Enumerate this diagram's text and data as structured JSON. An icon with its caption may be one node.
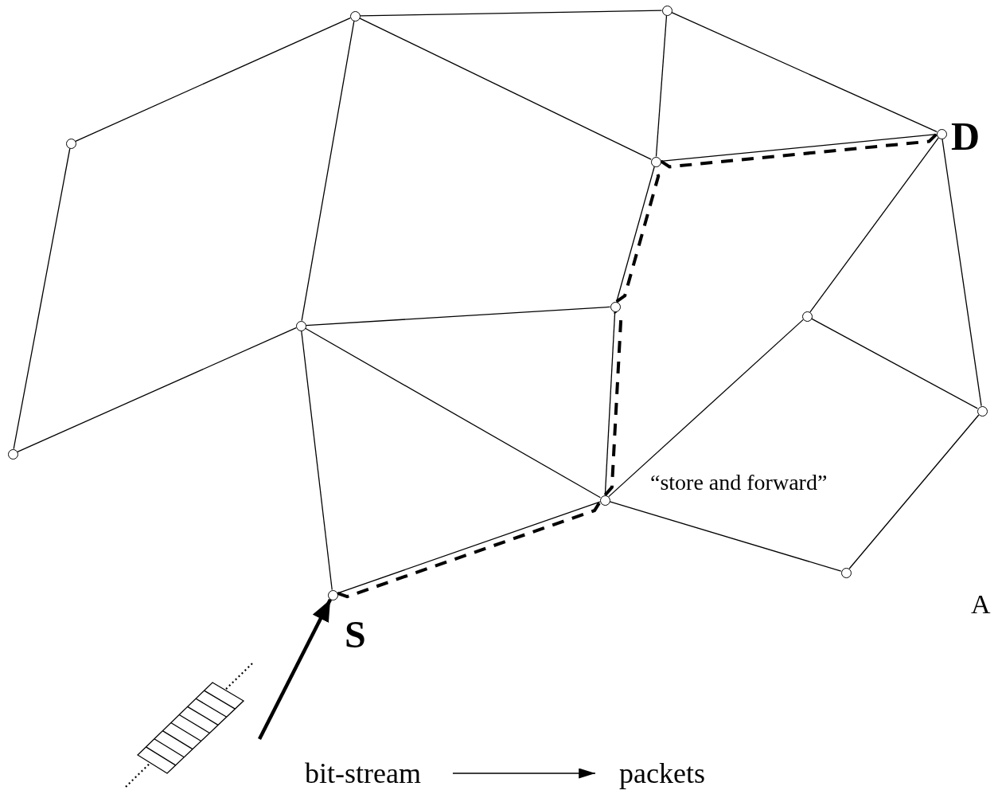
{
  "diagram": {
    "nodes": [
      {
        "text": [],
        "shape": "circle"
      },
      {
        "text": [],
        "shape": "circle"
      },
      {
        "text": [],
        "shape": "circle"
      },
      {
        "text": [],
        "shape": "circle",
        "beside": [
          "D"
        ]
      },
      {
        "text": [],
        "shape": "circle"
      },
      {
        "text": [],
        "shape": "circle"
      },
      {
        "text": [],
        "shape": "circle"
      },
      {
        "text": [],
        "shape": "circle"
      },
      {
        "text": [],
        "shape": "circle"
      },
      {
        "text": [],
        "shape": "circle"
      },
      {
        "text": [],
        "shape": "circle",
        "beside": [
          "“store and forward”"
        ]
      },
      {
        "text": [],
        "shape": "circle"
      },
      {
        "text": [],
        "shape": "circle",
        "beside": [
          "S"
        ]
      },
      {
        "text": [],
        "shape": "picture"
      },
      {
        "text": [
          "bit-stream"
        ]
      },
      {
        "text": [
          "packets"
        ]
      }
    ],
    "edges": [
      {
        "from": 0,
        "to": 1,
        "arrow": "none"
      },
      {
        "from": 0,
        "to": 2,
        "arrow": "none"
      },
      {
        "from": 0,
        "to": 4,
        "arrow": "none"
      },
      {
        "from": 0,
        "to": 5,
        "arrow": "none"
      },
      {
        "from": 1,
        "to": 4,
        "arrow": "none"
      },
      {
        "from": 1,
        "to": 3,
        "arrow": "none"
      },
      {
        "from": 2,
        "to": 8,
        "arrow": "none"
      },
      {
        "from": 8,
        "to": 5,
        "arrow": "none"
      },
      {
        "from": 5,
        "to": 6,
        "arrow": "none"
      },
      {
        "from": 5,
        "to": 10,
        "arrow": "none"
      },
      {
        "from": 5,
        "to": 12,
        "arrow": "none"
      },
      {
        "from": 4,
        "to": 6,
        "arrow": "none"
      },
      {
        "from": 6,
        "to": 10,
        "arrow": "none"
      },
      {
        "from": 4,
        "to": 3,
        "arrow": "none"
      },
      {
        "from": 3,
        "to": 7,
        "arrow": "none"
      },
      {
        "from": 3,
        "to": 9,
        "arrow": "none"
      },
      {
        "from": 7,
        "to": 10,
        "arrow": "none"
      },
      {
        "from": 7,
        "to": 9,
        "arrow": "none"
      },
      {
        "from": 9,
        "to": 11,
        "arrow": "none"
      },
      {
        "from": 10,
        "to": 11,
        "arrow": "none"
      },
      {
        "from": 12,
        "to": 10,
        "arrow": "none"
      },
      {
        "from": 12,
        "to": 10,
        "arrow": "none",
        "style": "dashed"
      },
      {
        "from": 10,
        "to": 6,
        "arrow": "none",
        "style": "dashed"
      },
      {
        "from": 6,
        "to": 4,
        "arrow": "none",
        "style": "dashed"
      },
      {
        "from": 4,
        "to": 3,
        "arrow": "none",
        "style": "dashed"
      },
      {
        "from": 13,
        "to": 12,
        "arrow": "to",
        "style": "thick"
      },
      {
        "from": 14,
        "to": 15,
        "arrow": "to"
      }
    ],
    "labels": [
      "A"
    ]
  }
}
